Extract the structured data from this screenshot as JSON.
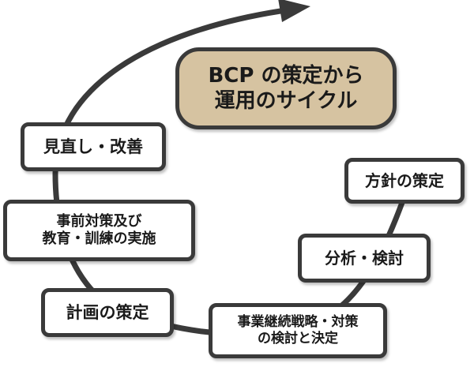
{
  "colors": {
    "title_fill": "#d6c3a1",
    "border": "#3a3a3a",
    "arrow": "#3a3a3a"
  },
  "title": {
    "line1": "BCP の策定から",
    "line2": "運用のサイクル"
  },
  "steps": {
    "policy": "方針の策定",
    "analysis": "分析・検討",
    "strategy_line1": "事業継続戦略・対策",
    "strategy_line2": "の検討と決定",
    "plan": "計画の策定",
    "training_line1": "事前対策及び",
    "training_line2": "教育・訓練の実施",
    "review": "見直し・改善"
  }
}
